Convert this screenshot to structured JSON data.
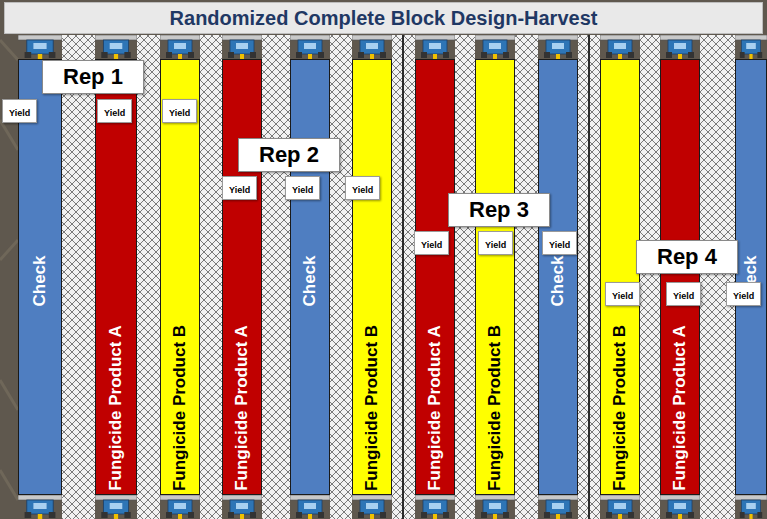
{
  "diagram": {
    "title": "Randomized Complete Block Design-Harvest",
    "nodes": [
      {
        "text": [
          "Rep 1"
        ]
      },
      {
        "text": [
          "Yield"
        ]
      },
      {
        "text": [
          "Yield"
        ]
      },
      {
        "text": [
          "Yield"
        ]
      },
      {
        "text": [
          "Rep 2"
        ]
      },
      {
        "text": [
          "Yield"
        ]
      },
      {
        "text": [
          "Yield"
        ]
      },
      {
        "text": [
          "Yield"
        ]
      },
      {
        "text": [
          "Rep 3"
        ]
      },
      {
        "text": [
          "Yield"
        ]
      },
      {
        "text": [
          "Yield"
        ]
      },
      {
        "text": [
          "Yield"
        ]
      },
      {
        "text": [
          "Rep 4"
        ]
      },
      {
        "text": [
          "Yield"
        ]
      },
      {
        "text": [
          "Yield"
        ]
      },
      {
        "text": [
          "Yield"
        ]
      },
      {
        "text": [
          "Check"
        ]
      },
      {
        "text": [
          "Fungicide Product A"
        ]
      },
      {
        "text": [
          "Fungicide Product B"
        ]
      },
      {
        "text": [
          "Fungicide Product A"
        ]
      },
      {
        "text": [
          "Check"
        ]
      },
      {
        "text": [
          "Fungicide Product B"
        ]
      },
      {
        "text": [
          "Fungicide Product A"
        ]
      },
      {
        "text": [
          "Fungicide Product B"
        ]
      },
      {
        "text": [
          "Check"
        ]
      },
      {
        "text": [
          "Fungicide Product B"
        ]
      },
      {
        "text": [
          "Fungicide Product A"
        ]
      },
      {
        "text": [
          "Check"
        ]
      }
    ]
  }
}
